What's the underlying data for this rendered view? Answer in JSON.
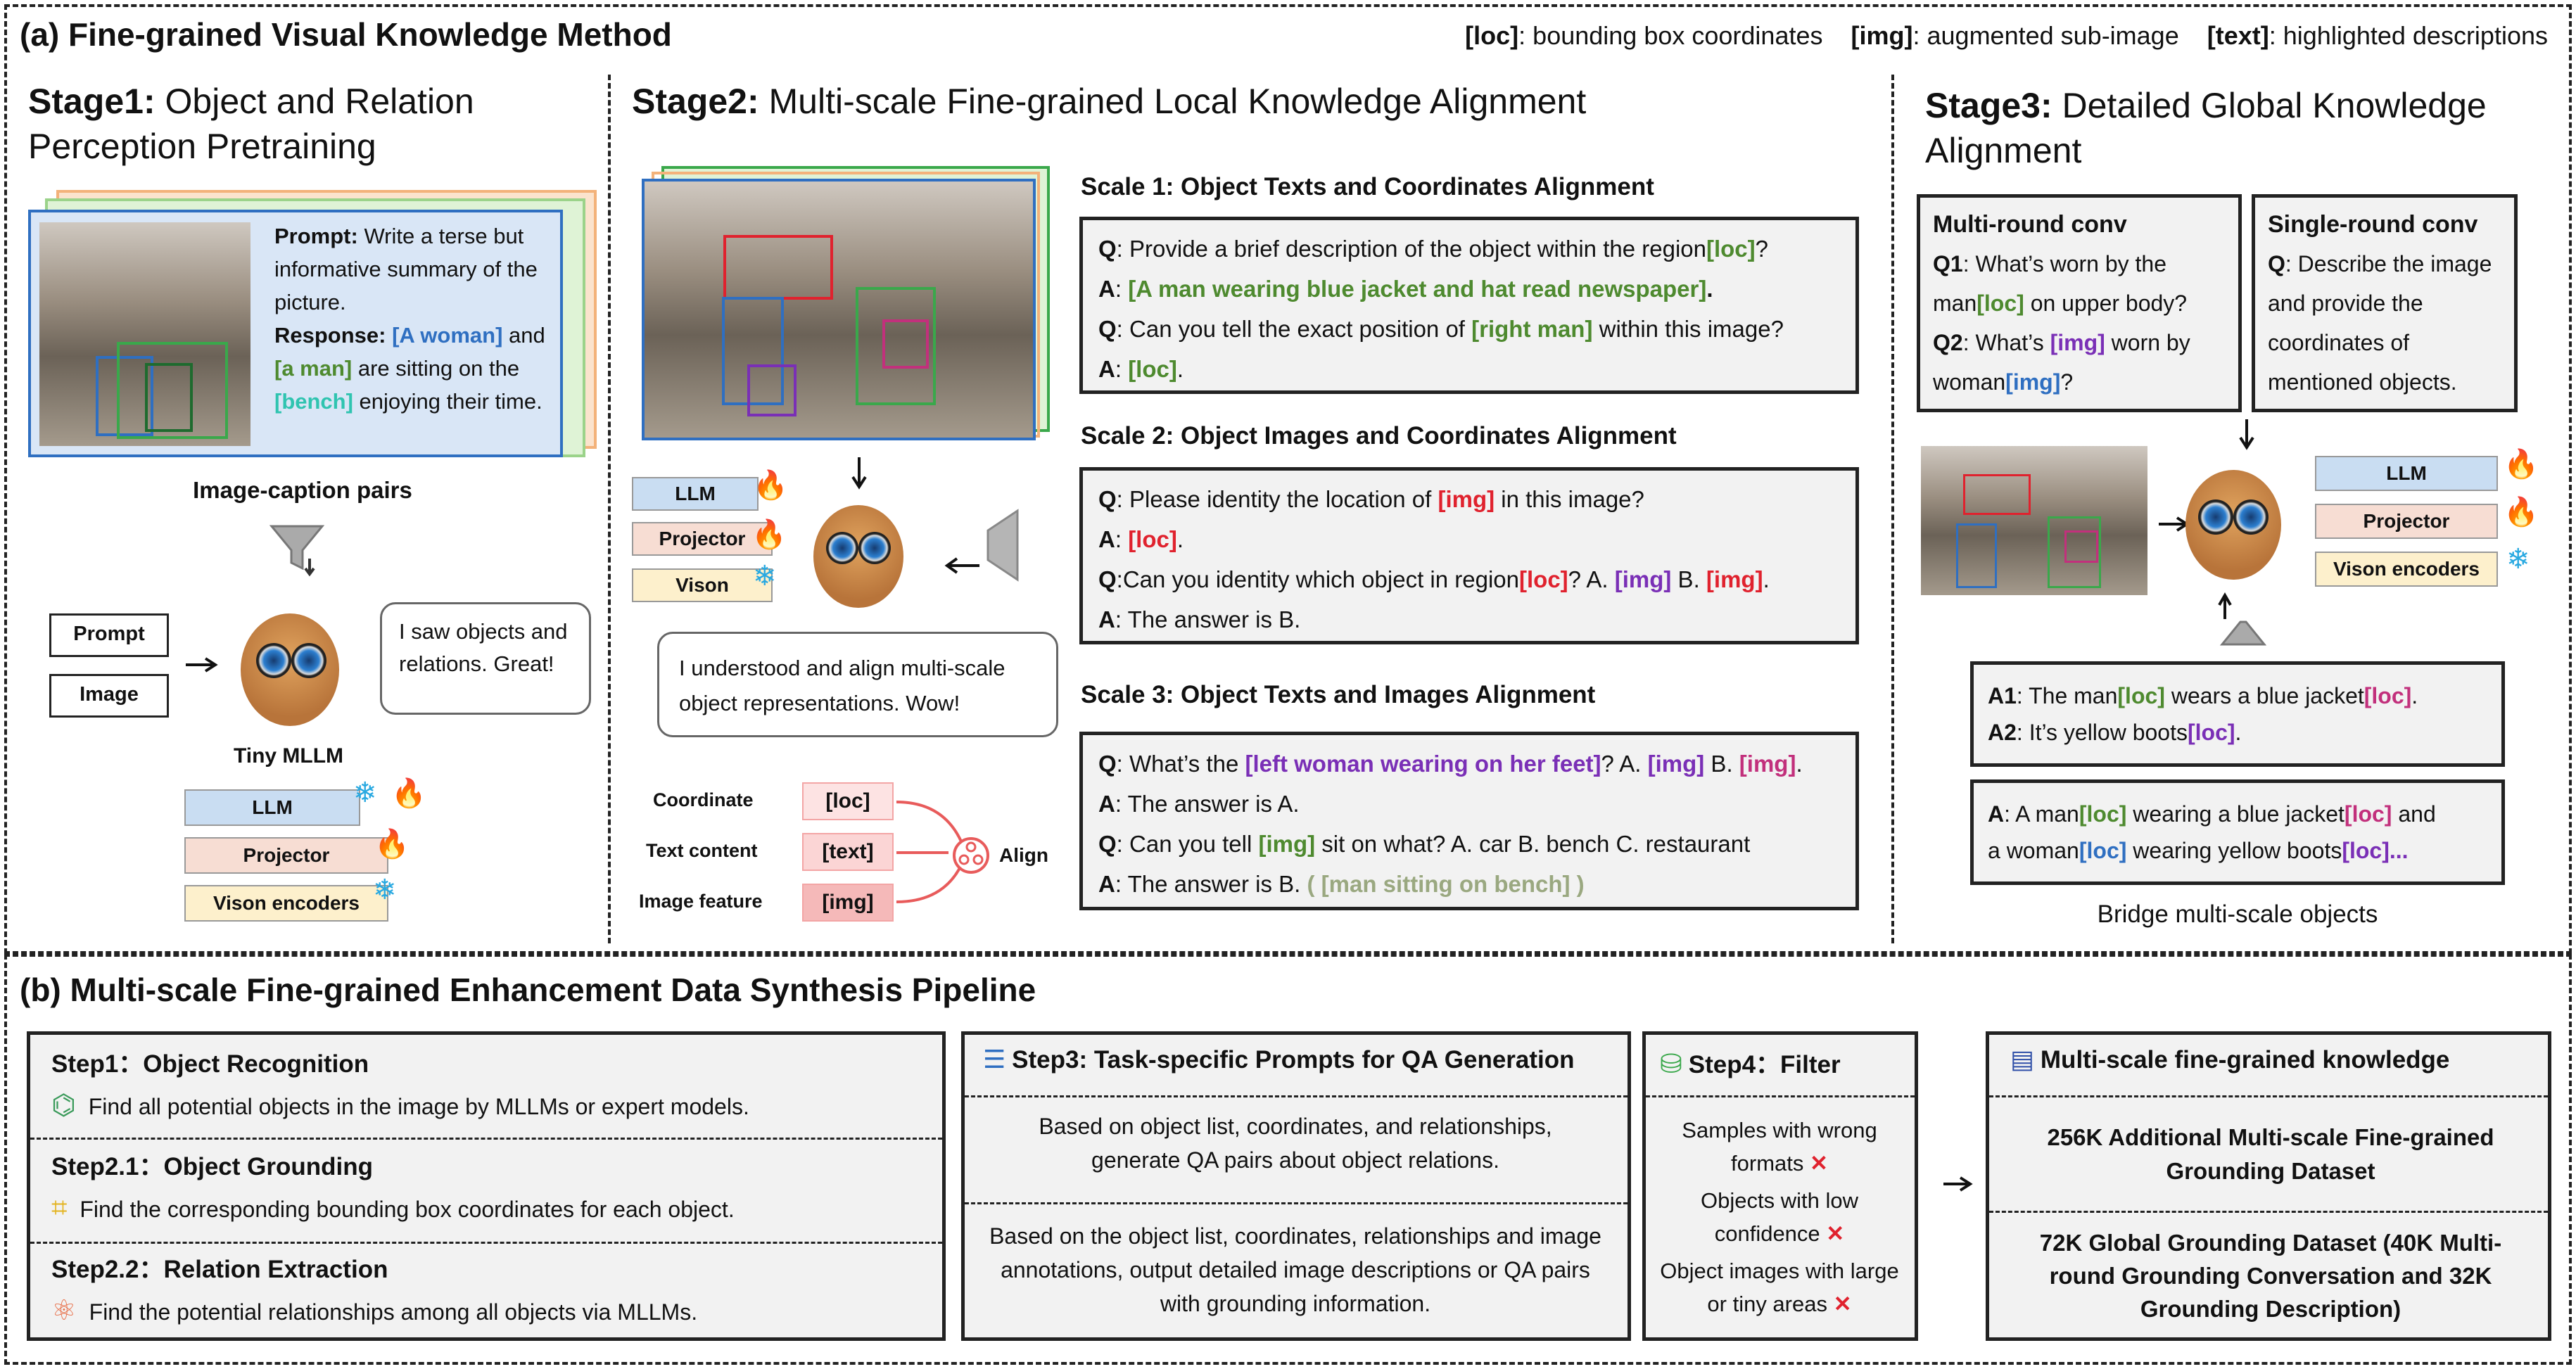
{
  "part_a": {
    "title": "(a) Fine-grained Visual Knowledge Method",
    "legend": [
      {
        "tag": "[loc]",
        "desc": ": bounding box coordinates"
      },
      {
        "tag": "[img]",
        "desc": ": augmented sub-image"
      },
      {
        "tag": "[text]",
        "desc": ": highlighted descriptions"
      }
    ],
    "stage1": {
      "title_bold": "Stage1:",
      "title_rest": " Object and Relation Perception Pretraining",
      "prompt_label": "Prompt:",
      "prompt_text": " Write a terse but informative summary of the picture.",
      "response_label": "Response:",
      "resp_a": "[A woman]",
      "resp_and": " and ",
      "resp_b": "[a man]",
      "resp_mid": " are sitting on the ",
      "resp_c": "[bench]",
      "resp_end": " enjoying their time.",
      "caption": "Image-caption pairs",
      "input_prompt": "Prompt",
      "input_image": "Image",
      "bubble": "I saw objects and relations. Great!",
      "model_name": "Tiny MLLM",
      "stack": {
        "llm": "LLM",
        "projector": "Projector",
        "vision": "Vison encoders"
      }
    },
    "stage2": {
      "title_bold": "Stage2:",
      "title_rest": " Multi-scale Fine-grained Local Knowledge Alignment",
      "stack": {
        "llm": "LLM",
        "projector": "Projector",
        "vision": "Vison"
      },
      "bubble": "I understood and align multi-scale object representations. Wow!",
      "align_rows": [
        {
          "label": "Coordinate",
          "token": "[loc]"
        },
        {
          "label": "Text content",
          "token": "[text]"
        },
        {
          "label": "Image feature",
          "token": "[img]"
        }
      ],
      "align_label": "Align",
      "scale1": {
        "title": "Scale 1: Object Texts and Coordinates Alignment",
        "q1a": "Q",
        "q1b": ": Provide a brief description of the object within the region",
        "q1c": "[loc]",
        "q1d": "?",
        "a1a": "A",
        "a1b": ": ",
        "a1c": "[A man wearing blue jacket and hat read newspaper]",
        "a1d": ".",
        "q2a": "Q",
        "q2b": ": Can you tell the exact position of ",
        "q2c": "[right man]",
        "q2d": " within this image?",
        "a2a": "A",
        "a2b": ": ",
        "a2c": "[loc]",
        "a2d": "."
      },
      "scale2": {
        "title": "Scale 2: Object Images and Coordinates Alignment",
        "q1a": "Q",
        "q1b": ": Please identity the location of ",
        "q1c": "[img]",
        "q1d": " in this image?",
        "a1a": "A",
        "a1b": ": ",
        "a1c": "[loc]",
        "a1d": ".",
        "q2a": "Q",
        "q2b": ":Can you identity which object in region",
        "q2c": "[loc]",
        "q2d": "? A. ",
        "q2e": "[img]",
        "q2f": " B. ",
        "q2g": "[img]",
        "q2h": ".",
        "a2a": "A",
        "a2b": ": The answer is B."
      },
      "scale3": {
        "title": "Scale 3: Object Texts and Images Alignment",
        "q1a": "Q",
        "q1b": ": What’s the ",
        "q1c": "[left woman wearing on her feet]",
        "q1d": "? A. ",
        "q1e": "[img]",
        "q1f": " B. ",
        "q1g": "[img]",
        "q1h": ".",
        "a1a": "A",
        "a1b": ": The answer is A.",
        "q2a": "Q",
        "q2b": ": Can you tell ",
        "q2c": "[img]",
        "q2d": " sit on what? A. car B. bench C. restaurant",
        "a2a": "A",
        "a2b": ": The answer is B.    ",
        "a2c": "( [man sitting on bench] )"
      }
    },
    "stage3": {
      "title_bold": "Stage3:",
      "title_rest": " Detailed Global Knowledge Alignment",
      "multi": {
        "title": "Multi-round conv",
        "q1a": "Q1",
        "q1b": ": What’s worn by the man",
        "q1c": "[loc]",
        "q1d": " on upper body?",
        "q2a": "Q2",
        "q2b": ": What’s ",
        "q2c": "[img]",
        "q2d": " worn by woman",
        "q2e": "[img]",
        "q2f": "?"
      },
      "single": {
        "title": "Single-round conv",
        "qa": "Q",
        "qb": ": Describe the image and provide the coordinates of mentioned objects."
      },
      "stack": {
        "llm": "LLM",
        "projector": "Projector",
        "vision": "Vison encoders"
      },
      "answers1": {
        "a1a": "A1",
        "a1b": ": The man",
        "a1c": "[loc]",
        "a1d": " wears a blue jacket",
        "a1e": "[loc]",
        "a1f": ".",
        "a2a": "A2",
        "a2b": ": It’s yellow boots",
        "a2c": "[loc]",
        "a2d": "."
      },
      "answers2": {
        "a": "A",
        "b": ": A man",
        "c": "[loc]",
        "d": " wearing a blue jacket",
        "e": "[loc]",
        "f": " and",
        "g": "a woman",
        "h": "[loc]",
        "i": " wearing yellow boots",
        "j": "[loc]..."
      },
      "caption": "Bridge multi-scale objects"
    }
  },
  "part_b": {
    "title": "(b) Multi-scale Fine-grained Enhancement Data Synthesis Pipeline",
    "steps": [
      {
        "title": "Step1：Object Recognition",
        "text": "Find all potential objects in the image by MLLMs or expert models.",
        "icon": "object-recognition-icon"
      },
      {
        "title": "Step2.1：Object Grounding",
        "text": "Find the corresponding bounding box coordinates for each object.",
        "icon": "grounding-icon"
      },
      {
        "title": "Step2.2：Relation Extraction",
        "text": "Find the potential relationships among all objects via MLLMs.",
        "icon": "relation-icon"
      }
    ],
    "step3": {
      "title": "Step3: Task-specific Prompts for QA Generation",
      "p1": "Based on object list, coordinates, and relationships, generate QA pairs about object relations.",
      "p2": "Based on the object list, coordinates, relationships  and image annotations, output detailed image descriptions or QA pairs with grounding information."
    },
    "step4": {
      "title": "Step4：Filter",
      "items": [
        "Samples with wrong formats",
        "Objects with low confidence",
        "Object images with large or tiny areas"
      ],
      "mark": "✕"
    },
    "result": {
      "title": "Multi-scale fine-grained knowledge",
      "d1": "256K Additional Multi-scale Fine-grained Grounding Dataset",
      "d2": "72K Global Grounding Dataset (40K Multi-round Grounding Conversation and 32K Grounding Description)"
    }
  },
  "colors": {
    "loc_green": "#4e8a2f",
    "img_purple": "#7a2fb6",
    "loc_red": "#e0222e",
    "blue": "#2f6fc1",
    "llm": "#c9ddf2",
    "projector": "#f7ddd3",
    "vision": "#fdf0cc"
  }
}
